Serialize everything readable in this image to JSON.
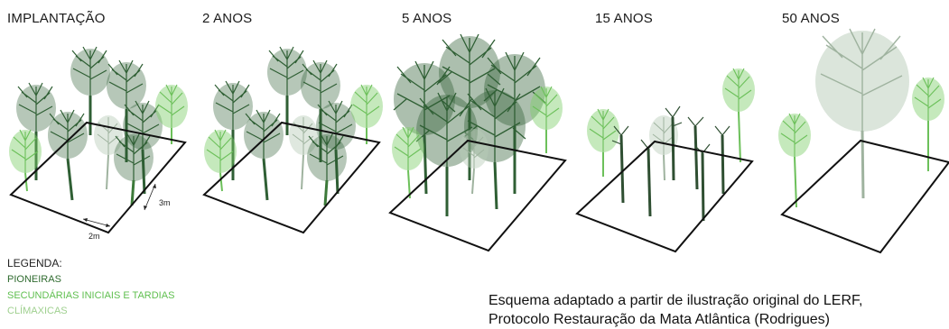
{
  "stages": [
    {
      "label": "IMPLANTAÇÃO"
    },
    {
      "label": "2 ANOS"
    },
    {
      "label": "5 ANOS"
    },
    {
      "label": "15 ANOS"
    },
    {
      "label": "50 ANOS"
    }
  ],
  "dimensions": {
    "width_label": "2m",
    "depth_label": "3m"
  },
  "legend": {
    "title": "LEGENDA:",
    "items": [
      {
        "label": "PIONEIRAS",
        "color": "#2f6b2f"
      },
      {
        "label": "SECUNDÁRIAS INICIAIS E TARDIAS",
        "color": "#5fbf4f"
      },
      {
        "label": "CLÍMAXICAS",
        "color": "#9fd08f"
      }
    ]
  },
  "caption": {
    "line1": "Esquema adaptado a partir de ilustração original do LERF,",
    "line2": "Protocolo Restauração da Mata Atlântica (Rodrigues)"
  },
  "colors": {
    "dark": "#2f5f34",
    "mid": "#4e8a45",
    "light": "#7fcf6a",
    "pale": "#b8ccb8"
  }
}
